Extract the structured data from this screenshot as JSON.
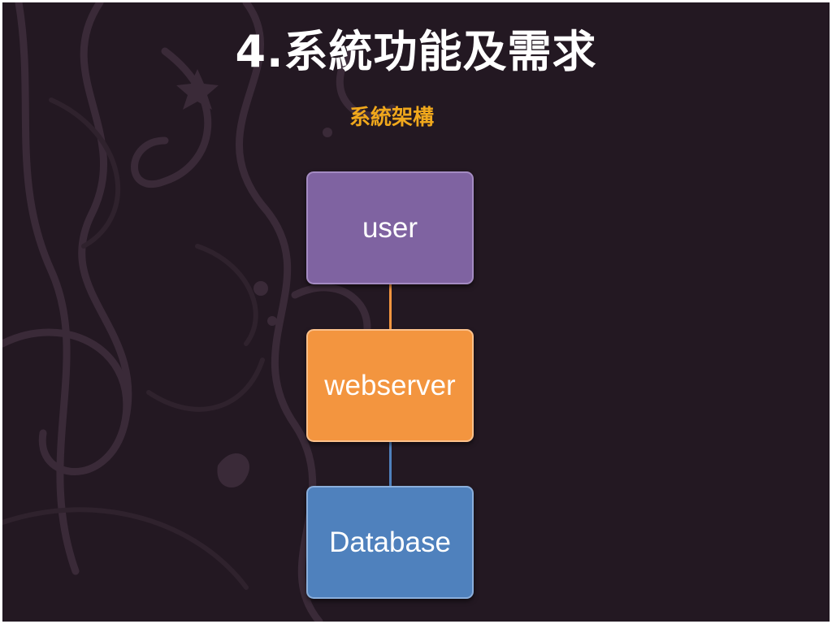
{
  "slide": {
    "title": "4.系統功能及需求",
    "subtitle": "系統架構",
    "background_color": "#231822",
    "title_color": "#ffffff",
    "subtitle_color": "#f0a81c"
  },
  "diagram": {
    "nodes": [
      {
        "id": "user",
        "label": "user",
        "color": "#7f63a1"
      },
      {
        "id": "webserver",
        "label": "webserver",
        "color": "#f3953f"
      },
      {
        "id": "database",
        "label": "Database",
        "color": "#4f81bd"
      }
    ],
    "edges": [
      {
        "from": "user",
        "to": "webserver",
        "color": "#f3953f"
      },
      {
        "from": "webserver",
        "to": "database",
        "color": "#4f81bd"
      }
    ]
  }
}
